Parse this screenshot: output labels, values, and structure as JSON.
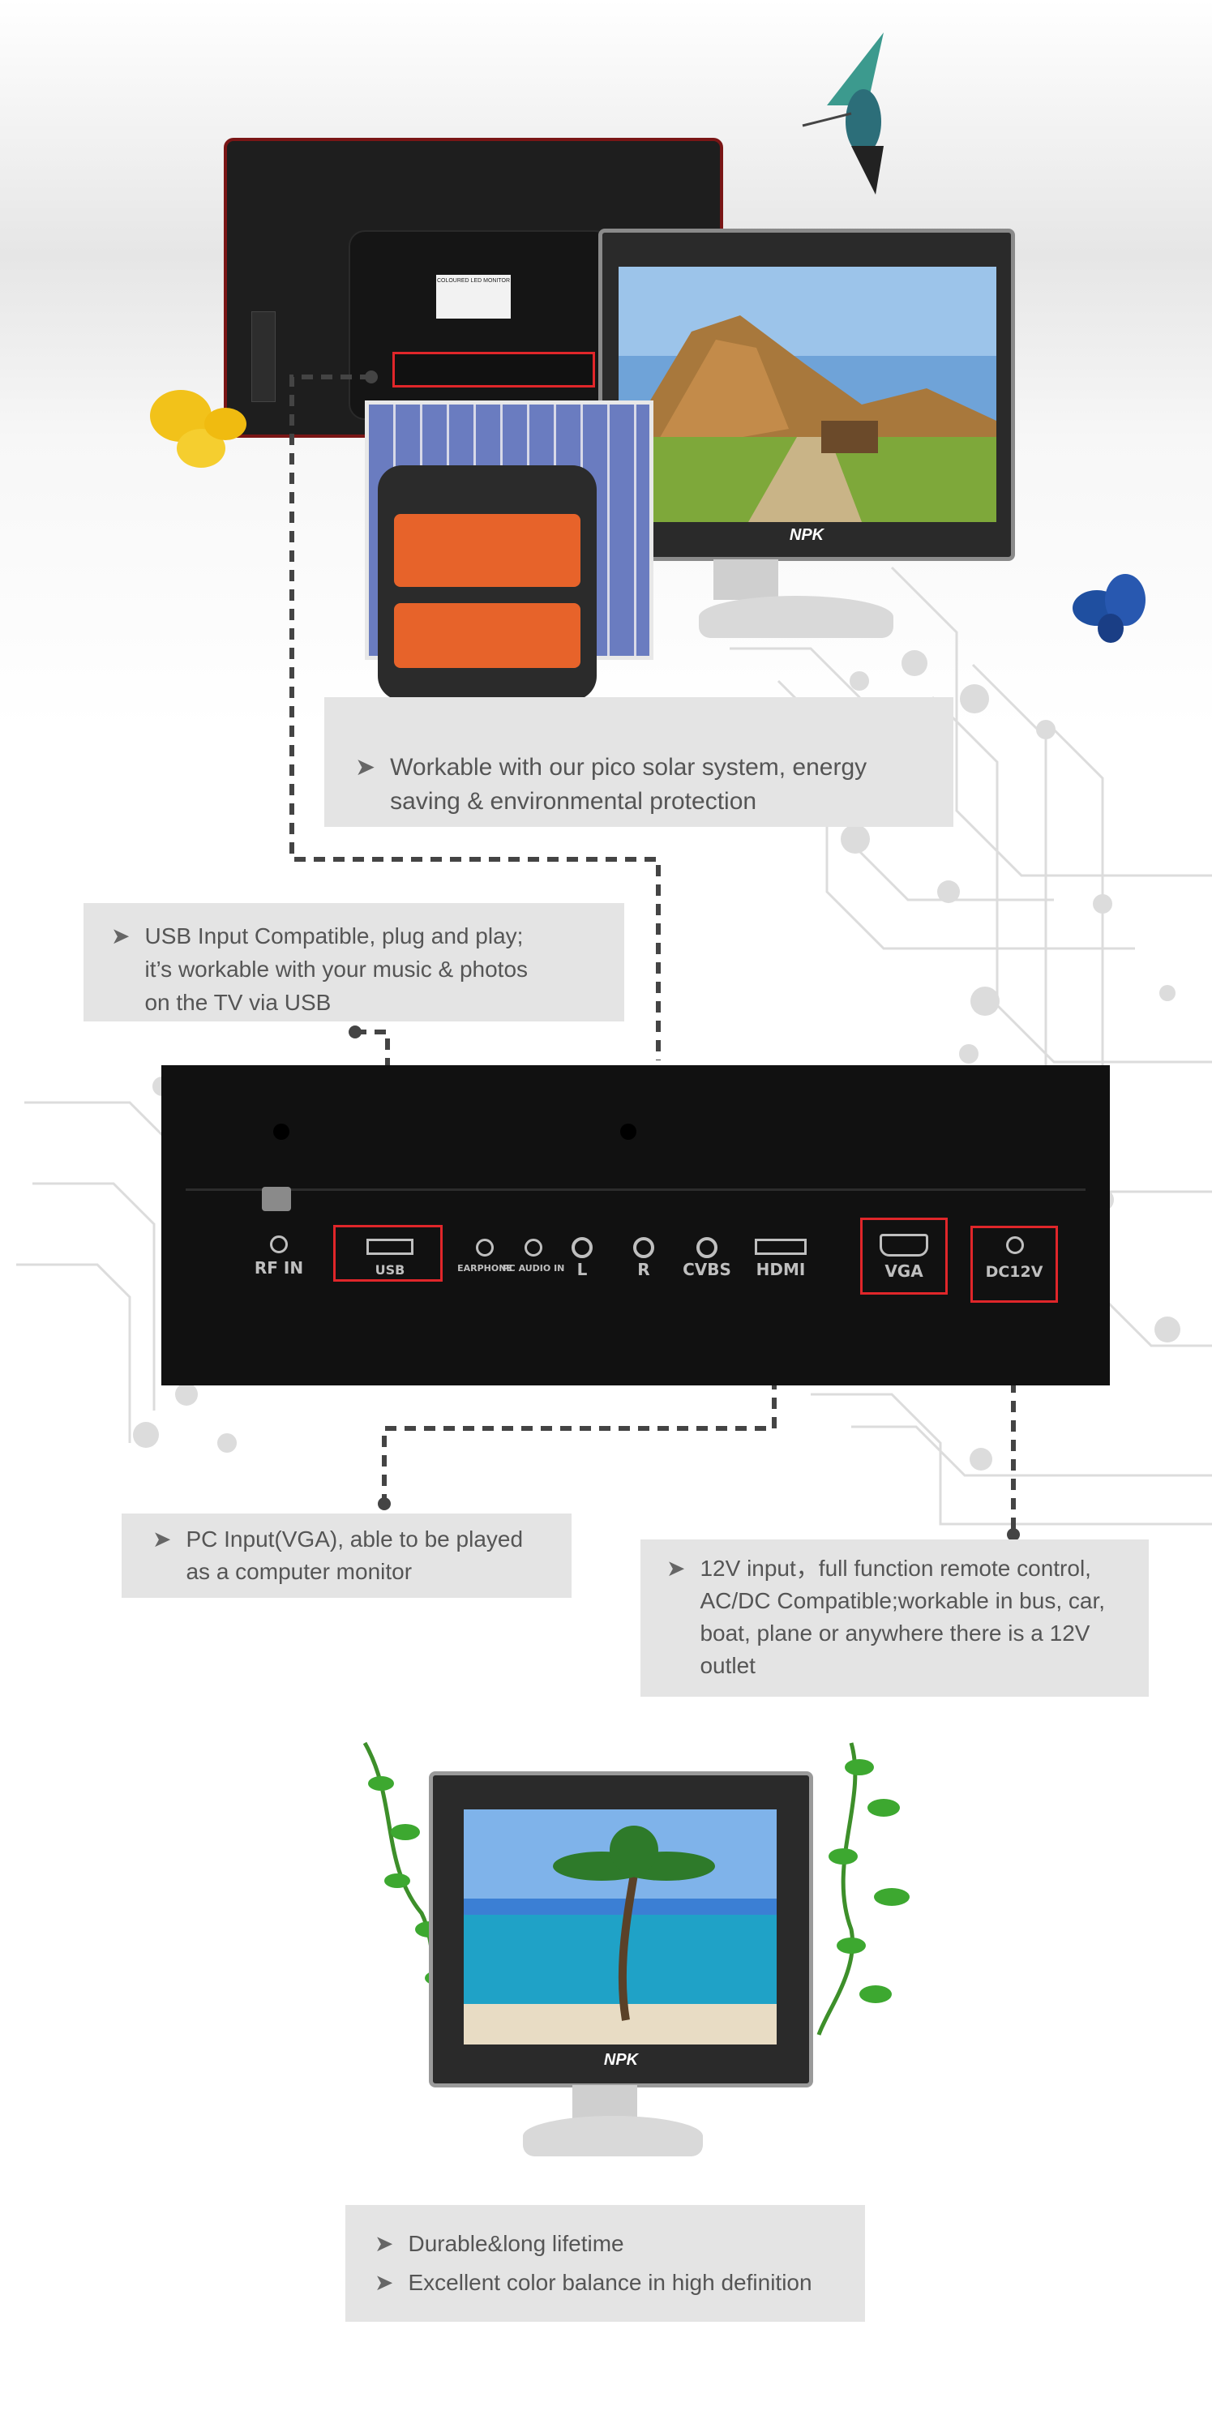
{
  "callouts": {
    "solar": {
      "arrow": "➤",
      "lines": [
        "Workable with our pico solar system, energy",
        "saving & environmental protection"
      ]
    },
    "usb": {
      "arrow": "➤",
      "lines": [
        "USB Input Compatible, plug and play;",
        " it’s workable with your music & photos",
        "on the TV via USB"
      ]
    },
    "vga": {
      "arrow": "➤",
      "lines": [
        "PC Input(VGA), able to be played",
        "as a computer monitor"
      ]
    },
    "dc": {
      "arrow": "➤",
      "lines": [
        "12V input，full function remote control,",
        "AC/DC Compatible;workable in bus, car,",
        "boat, plane or anywhere there is a 12V",
        "outlet"
      ]
    },
    "features": {
      "arrow": "➤",
      "lines": [
        "Durable&long lifetime",
        "Excellent color balance in high definition"
      ]
    }
  },
  "panel_ports": {
    "rf": "RF IN",
    "usb": "USB",
    "earphone": "EARPHONE",
    "pcaudio": "PC AUDIO IN",
    "l": "L",
    "r": "R",
    "cvbs": "CVBS",
    "hdmi": "HDMI",
    "vga": "VGA",
    "dc": "DC12V"
  },
  "brand": {
    "logo_top": "NPK",
    "logo_bottom": "NPK"
  },
  "rear_label": {
    "line1": "COLOURED LED MONITOR"
  },
  "colors": {
    "highlight_red": "#e0262a",
    "callout_bg": "#e4e4e4",
    "text": "#555555",
    "panel": "#111111"
  }
}
